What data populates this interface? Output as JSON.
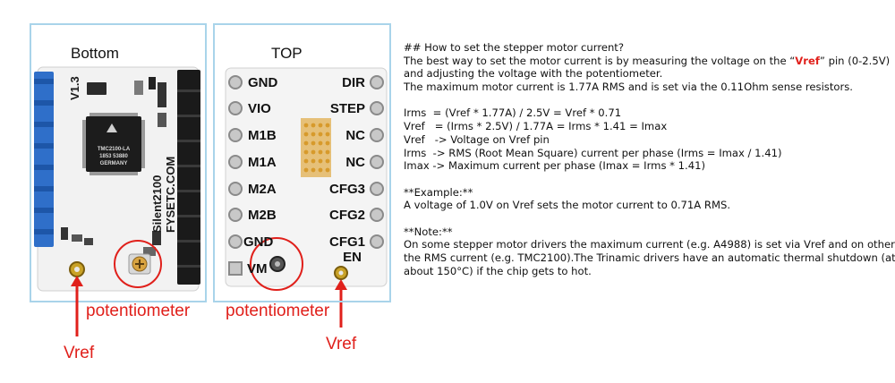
{
  "bottom_panel": {
    "title": "Bottom",
    "board_text": {
      "version": "V1.3",
      "brand": "Silent2100",
      "website": "FYSETC.COM",
      "chip_line1": "TMC2100-LA",
      "chip_line2": "1853 53880",
      "chip_line3": "GERMANY"
    }
  },
  "top_panel": {
    "title": "TOP",
    "left_pins": [
      "GND",
      "VIO",
      "M1B",
      "M1A",
      "M2A",
      "M2B",
      "GND",
      "VM"
    ],
    "right_pins": [
      "DIR",
      "STEP",
      "NC",
      "NC",
      "CFG3",
      "CFG2",
      "CFG1",
      "EN"
    ]
  },
  "callouts": {
    "bottom_potentiometer": "potentiometer",
    "bottom_vref": "Vref",
    "top_potentiometer": "potentiometer",
    "top_vref": "Vref"
  },
  "notes": {
    "heading": "## How to set the stepper motor current?",
    "intro_before": "The best way to set the motor current is by measuring the voltage on the “",
    "intro_highlight": "Vref",
    "intro_after": "” pin (0-2.5V)",
    "intro_line2": "and adjusting the voltage with the potentiometer.",
    "intro_line3": "The maximum motor current is 1.77A RMS and is set via the 0.11Ohm sense resistors.",
    "formulas": [
      "Irms  = (Vref * 1.77A) / 2.5V = Vref * 0.71",
      "Vref   = (Irms * 2.5V) / 1.77A = Irms * 1.41 = Imax",
      "Vref   -> Voltage on Vref pin",
      "Irms  -> RMS (Root Mean Square) current per phase (Irms = Imax / 1.41)",
      "Imax -> Maximum current per phase (Imax = Irms * 1.41)"
    ],
    "example_heading": "**Example:**",
    "example_text": "A voltage of 1.0V on Vref sets the motor current to 0.71A RMS.",
    "note_heading": "**Note:**",
    "note_lines": [
      "On some stepper motor drivers the maximum current (e.g. A4988) is set via Vref and on others",
      "the RMS current (e.g. TMC2100).The Trinamic drivers have an automatic thermal shutdown (at",
      "about 150°C) if the chip gets to hot."
    ]
  },
  "colors": {
    "accent_red": "#e0201b",
    "panel_border": "#a9d4ea",
    "header_blue": "#2f6fc9",
    "header_black": "#1a1a1a",
    "pcb_white": "#f4f4f4"
  }
}
